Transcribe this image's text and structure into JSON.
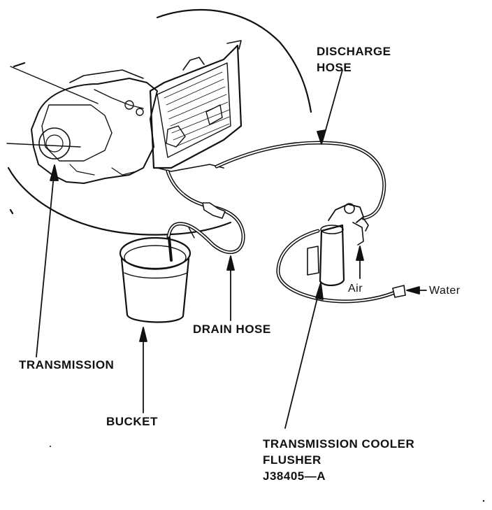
{
  "labels": {
    "discharge_hose_1": "DISCHARGE",
    "discharge_hose_2": "HOSE",
    "transmission": "TRANSMISSION",
    "bucket": "BUCKET",
    "drain_hose": "DRAIN HOSE",
    "flusher_1": "TRANSMISSION COOLER",
    "flusher_2": "FLUSHER",
    "flusher_3": "J38405—A",
    "air": "Air",
    "water": "Water"
  },
  "colors": {
    "ink": "#111111",
    "paper": "#ffffff"
  }
}
